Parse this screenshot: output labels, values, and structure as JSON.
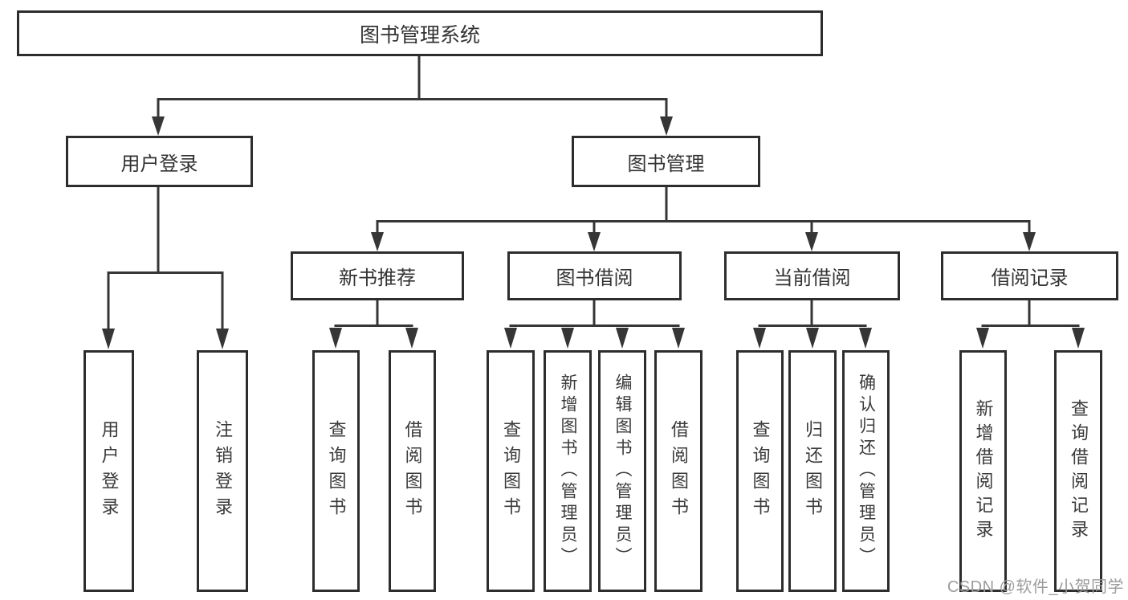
{
  "colors": {
    "line": "#363636",
    "box_border": "#2d2d2d",
    "text": "#333333",
    "watermark": "#9c9c9c"
  },
  "diagram": {
    "root": {
      "label": "图书管理系统"
    },
    "level2": [
      {
        "id": "user-login",
        "label": "用户登录"
      },
      {
        "id": "book-management",
        "label": "图书管理"
      }
    ],
    "level3": [
      {
        "id": "new-book-recommend",
        "label": "新书推荐"
      },
      {
        "id": "book-borrow",
        "label": "图书借阅"
      },
      {
        "id": "current-borrow",
        "label": "当前借阅"
      },
      {
        "id": "borrow-records",
        "label": "借阅记录"
      }
    ],
    "leaves": {
      "user_login": [
        "用户登录",
        "注销登录"
      ],
      "new_book_recommend": [
        "查询图书",
        "借阅图书"
      ],
      "book_borrow": [
        "查询图书",
        "新增图书（管理员）",
        "编辑图书（管理员）",
        "借阅图书"
      ],
      "current_borrow": [
        "查询图书",
        "归还图书",
        "确认归还（管理员）"
      ],
      "borrow_records": [
        "新增借阅记录",
        "查询借阅记录"
      ]
    }
  },
  "watermark": {
    "text": "CSDN @软件_小贺同学"
  }
}
